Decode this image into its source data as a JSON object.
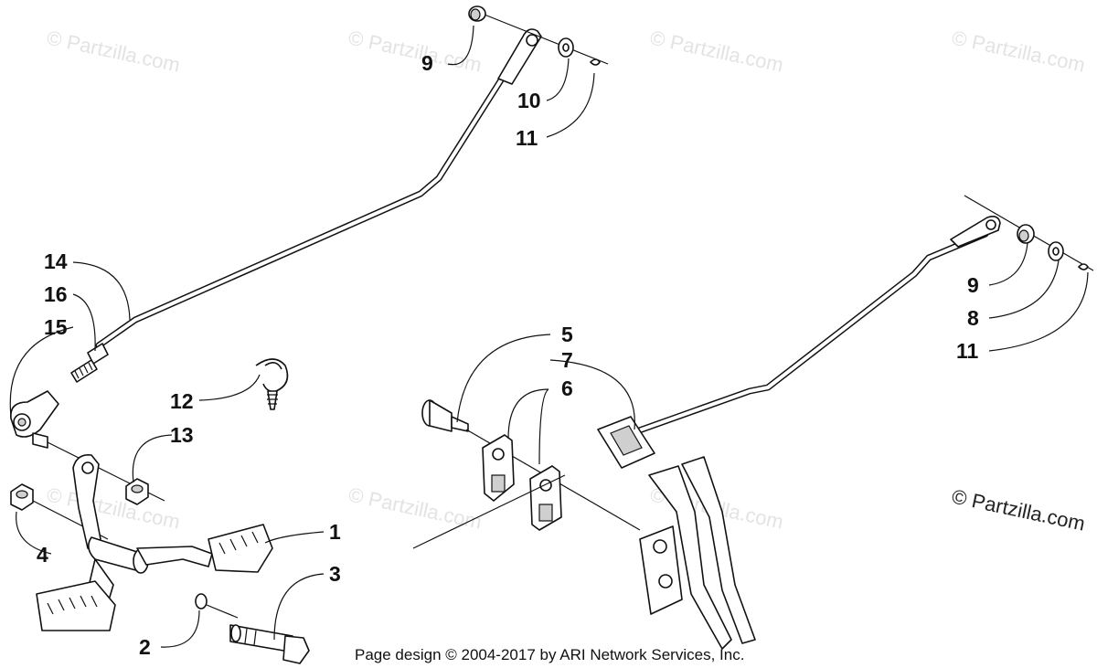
{
  "diagram": {
    "watermark_text": "© Partzilla.com",
    "brand_text": "© Partzilla.com",
    "footer": "Page design © 2004-2017 by ARI Network Services, Inc.",
    "callouts": [
      {
        "id": "9a",
        "label": "9"
      },
      {
        "id": "10",
        "label": "10"
      },
      {
        "id": "11a",
        "label": "11"
      },
      {
        "id": "14",
        "label": "14"
      },
      {
        "id": "16",
        "label": "16"
      },
      {
        "id": "15",
        "label": "15"
      },
      {
        "id": "12",
        "label": "12"
      },
      {
        "id": "13",
        "label": "13"
      },
      {
        "id": "4",
        "label": "4"
      },
      {
        "id": "1",
        "label": "1"
      },
      {
        "id": "3",
        "label": "3"
      },
      {
        "id": "2",
        "label": "2"
      },
      {
        "id": "5",
        "label": "5"
      },
      {
        "id": "7",
        "label": "7"
      },
      {
        "id": "6",
        "label": "6"
      },
      {
        "id": "9b",
        "label": "9"
      },
      {
        "id": "8",
        "label": "8"
      },
      {
        "id": "11b",
        "label": "11"
      }
    ]
  }
}
